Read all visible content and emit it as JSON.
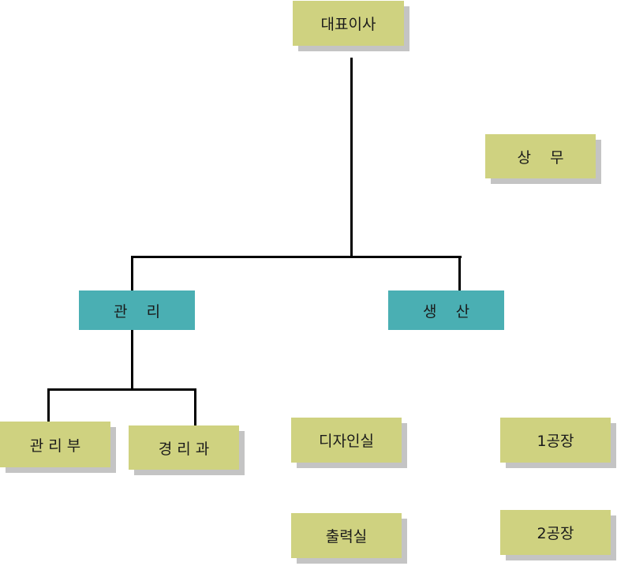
{
  "org_chart": {
    "ceo": "대표이사",
    "managing_director": "상    무",
    "management": "관    리",
    "production": "생    산",
    "management_dept": "관 리 부",
    "accounting_section": "경 리 과",
    "design_room": "디자인실",
    "output_room": "출력실",
    "factory_1": "1공장",
    "factory_2": "2공장"
  },
  "colors": {
    "olive_box": "#cfd280",
    "teal_box": "#4aafb3",
    "shadow": "#c4c4c4",
    "connector": "#000000"
  }
}
